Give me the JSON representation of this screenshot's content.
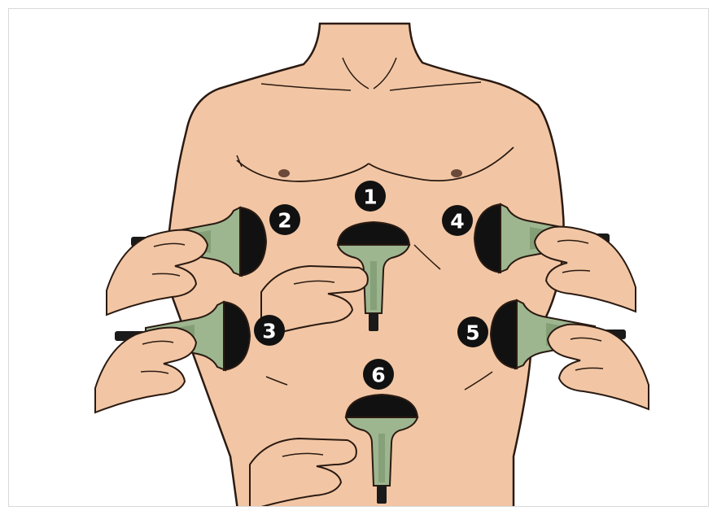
{
  "colors": {
    "skin": "#f2c6a4",
    "skin_shadow": "#d9a684",
    "outline": "#2a1a12",
    "probe_body": "#9db68f",
    "probe_dark": "#6f8a63",
    "probe_face": "#111111",
    "cable": "#1a1a1a",
    "marker_fill": "#111111",
    "marker_text": "#ffffff",
    "background": "#ffffff"
  },
  "probe_positions": [
    {
      "label": "1"
    },
    {
      "label": "2"
    },
    {
      "label": "3"
    },
    {
      "label": "4"
    },
    {
      "label": "5"
    },
    {
      "label": "6"
    }
  ]
}
